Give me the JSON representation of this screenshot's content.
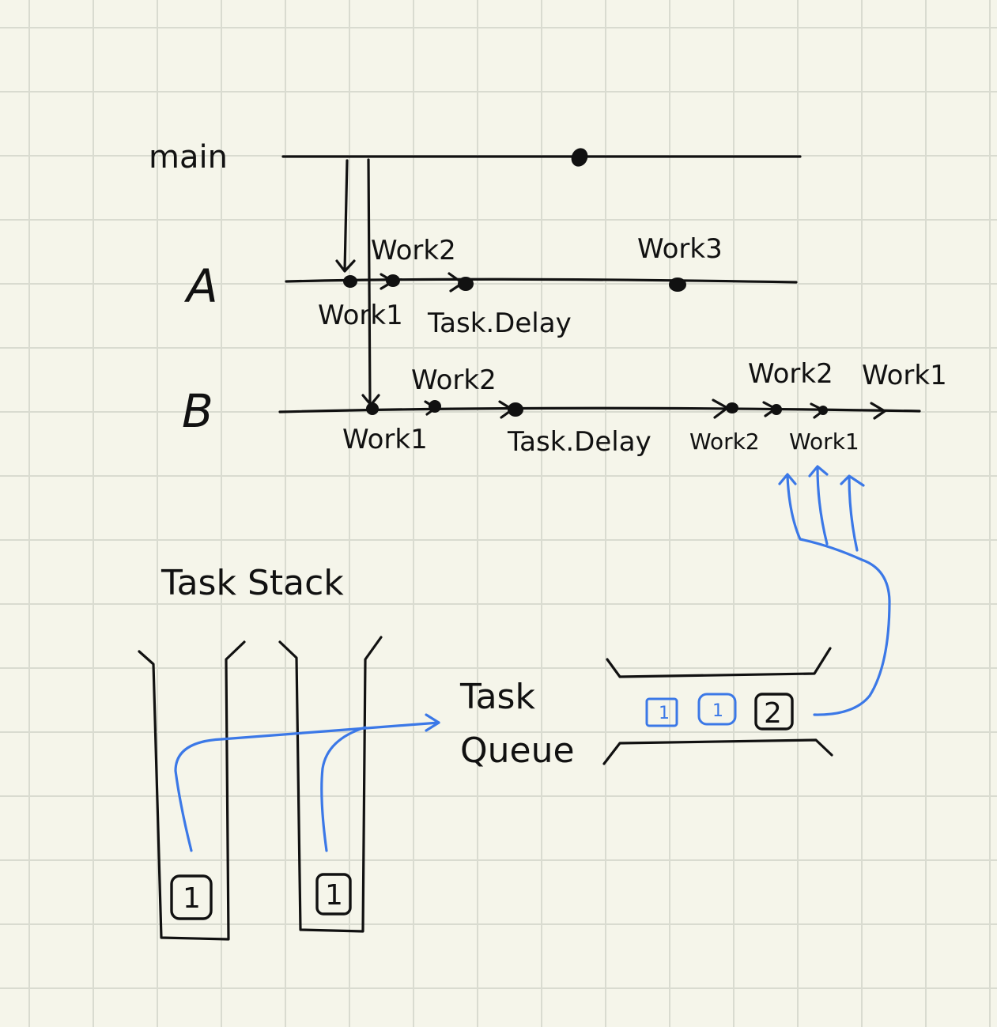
{
  "lanes": {
    "main": "main",
    "a": "A",
    "b": "B"
  },
  "lane_a": {
    "above": [
      "Work2",
      "Work3"
    ],
    "below": [
      "Work1",
      "Task.Delay"
    ]
  },
  "lane_b": {
    "above": [
      "Work2",
      "Work2",
      "Work1"
    ],
    "below": [
      "Work1",
      "Task.Delay",
      "Work2",
      "Work1"
    ]
  },
  "task_stack": {
    "title": "Task Stack",
    "items": [
      "1",
      "1"
    ]
  },
  "task_queue": {
    "title_line1": "Task",
    "title_line2": "Queue",
    "items": [
      "1",
      "1",
      "2"
    ]
  },
  "colors": {
    "ink": "#111111",
    "arrow_blue": "#3b78e7",
    "paper": "#f5f5ea",
    "grid": "#d9dbd0"
  }
}
